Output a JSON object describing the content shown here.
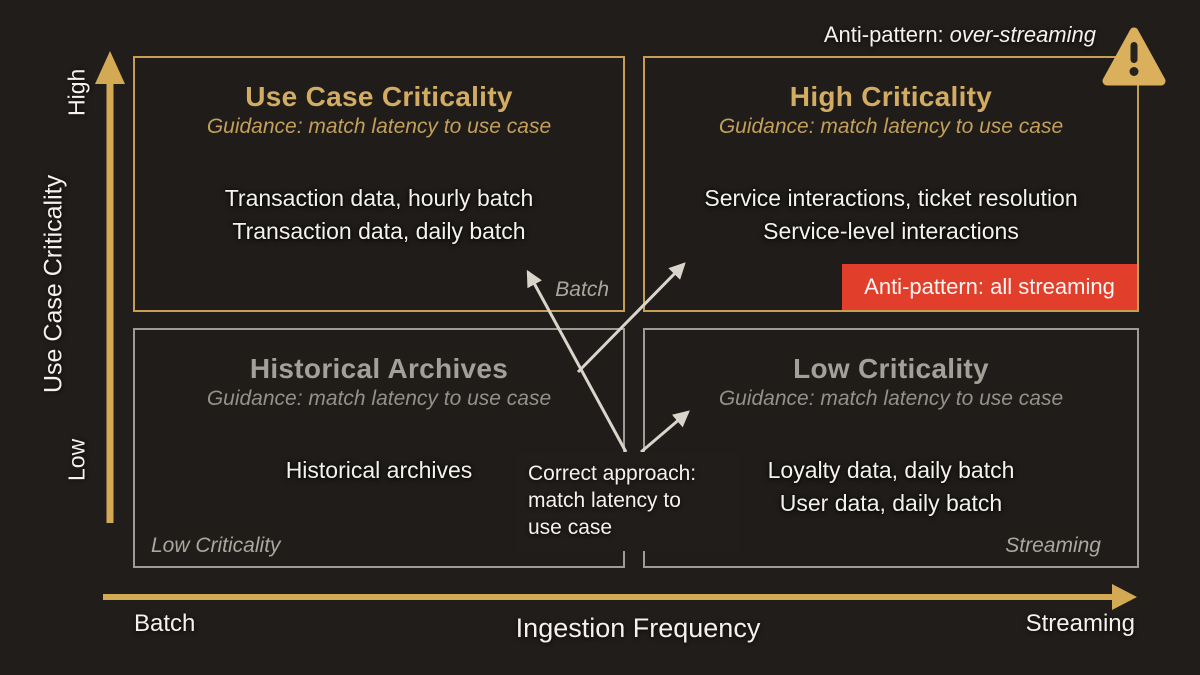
{
  "header": {
    "anti_pattern_prefix": "Anti-pattern:",
    "anti_pattern_value": "over-streaming",
    "warning_icon": "warning-triangle"
  },
  "axes": {
    "y": {
      "label": "Use Case Criticality",
      "top_tick": "High",
      "bottom_tick": "Low"
    },
    "x": {
      "label": "Ingestion Frequency",
      "left_tick": "Batch",
      "right_tick": "Streaming"
    }
  },
  "quadrants": {
    "top_left": {
      "title": "Use Case Criticality",
      "guidance": "Guidance: match latency to use case",
      "items": [
        "Transaction data, hourly batch",
        "Transaction data, daily batch"
      ],
      "corner_label": "Batch"
    },
    "top_right": {
      "title": "High Criticality",
      "guidance": "Guidance: match latency to use case",
      "items": [
        "Service interactions, ticket resolution",
        "Service-level interactions"
      ],
      "badge": "Anti-pattern: all streaming"
    },
    "bottom_left": {
      "title": "Historical Archives",
      "guidance": "Guidance: match latency to use case",
      "items": [
        "Historical archives"
      ],
      "corner_label": "Low Criticality"
    },
    "bottom_right": {
      "title": "Low Criticality",
      "guidance": "Guidance: match latency to use case",
      "items": [
        "Loyalty data, daily batch",
        "User data, daily batch"
      ],
      "corner_label": "Streaming"
    }
  },
  "annotation": {
    "line1": "Correct approach:",
    "line2": "match latency to",
    "line3": "use case"
  },
  "colors": {
    "background": "#211d1a",
    "gold_border": "#c49e52",
    "gold_text": "#d2ac62",
    "gold_axis": "#d3a954",
    "gray_border": "#9e9c97",
    "gray_text": "#a3a09a",
    "badge_red": "#e23e2c",
    "text_white": "#f4f2ee",
    "arrow_gray": "#d9d5cb"
  }
}
